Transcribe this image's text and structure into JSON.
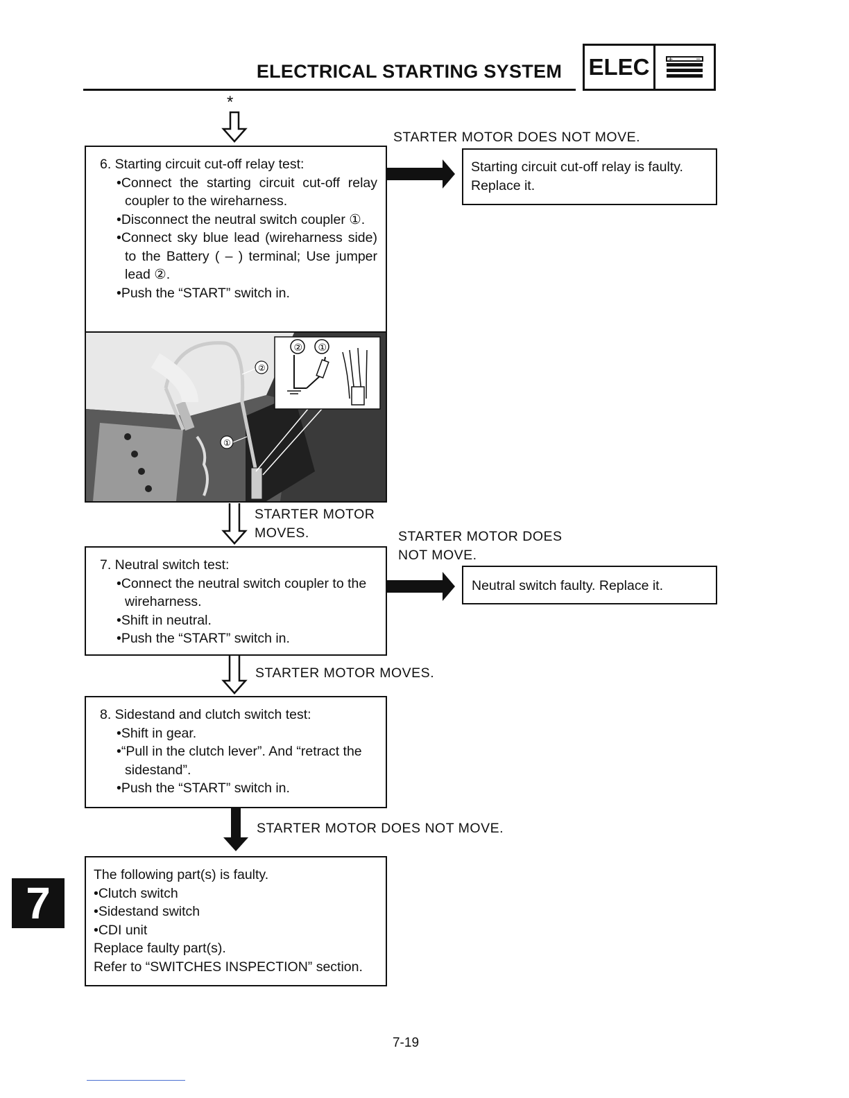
{
  "header": {
    "title": "ELECTRICAL STARTING SYSTEM",
    "section_label": "ELEC",
    "section_icon": "battery-icon"
  },
  "continuation_marker": "*",
  "steps": [
    {
      "heading": "6. Starting circuit cut-off relay test:",
      "bullets": [
        "•Connect the starting circuit cut-off relay coupler to the wireharness.",
        "•Disconnect the neutral switch coupler ①.",
        "•Connect sky blue lead (wireharness side) to the Battery ( – ) terminal; Use jumper lead ②.",
        "•Push the “START” switch in."
      ],
      "yes_label": "STARTER MOTOR MOVES.",
      "no_label": "STARTER MOTOR DOES NOT MOVE.",
      "result": "Starting circuit cut-off relay is faulty. Replace it.",
      "figure_callouts": [
        "②",
        "①",
        "②",
        "①"
      ]
    },
    {
      "heading": "7. Neutral switch test:",
      "bullets": [
        "•Connect the neutral switch coupler to the wireharness.",
        "•Shift in neutral.",
        "•Push the “START” switch in."
      ],
      "yes_label": "STARTER MOTOR MOVES.",
      "no_label": "STARTER MOTOR DOES NOT MOVE.",
      "result": "Neutral switch faulty. Replace it."
    },
    {
      "heading": "8. Sidestand and clutch switch test:",
      "bullets": [
        "•Shift in gear.",
        "•“Pull in the clutch lever”. And “retract the sidestand”.",
        "•Push the “START” switch in."
      ],
      "no_label": "STARTER MOTOR DOES NOT MOVE."
    }
  ],
  "final_result": {
    "line1": "The following part(s) is faulty.",
    "items": [
      "•Clutch switch",
      "•Sidestand switch",
      "•CDI unit"
    ],
    "line2": "Replace faulty part(s).",
    "line3": "Refer to “SWITCHES INSPECTION” section."
  },
  "side_tab": "7",
  "page_number": "7-19"
}
